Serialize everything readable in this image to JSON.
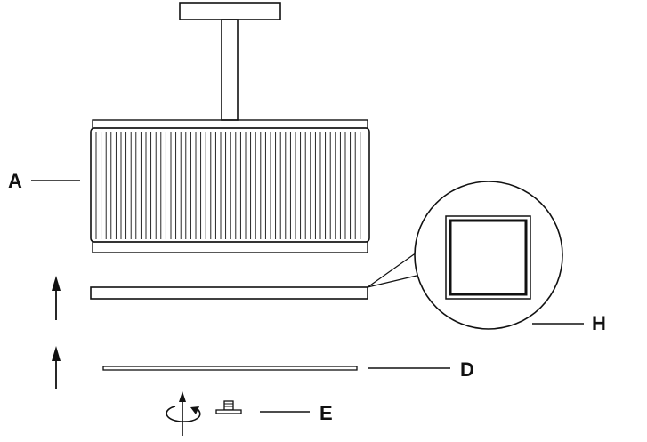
{
  "labels": {
    "a": "A",
    "h": "H",
    "d": "D",
    "e": "E"
  },
  "parts": {
    "shade": {
      "label": "A"
    },
    "detail_magnifier": {
      "label": "H"
    },
    "diffuser_panel": {
      "label": "D"
    },
    "finial": {
      "label": "E"
    }
  },
  "icons": [
    "arrow-up-icon",
    "rotate-clockwise-icon",
    "screw-icon"
  ],
  "colors": {
    "line": "#111111",
    "background": "#ffffff"
  }
}
